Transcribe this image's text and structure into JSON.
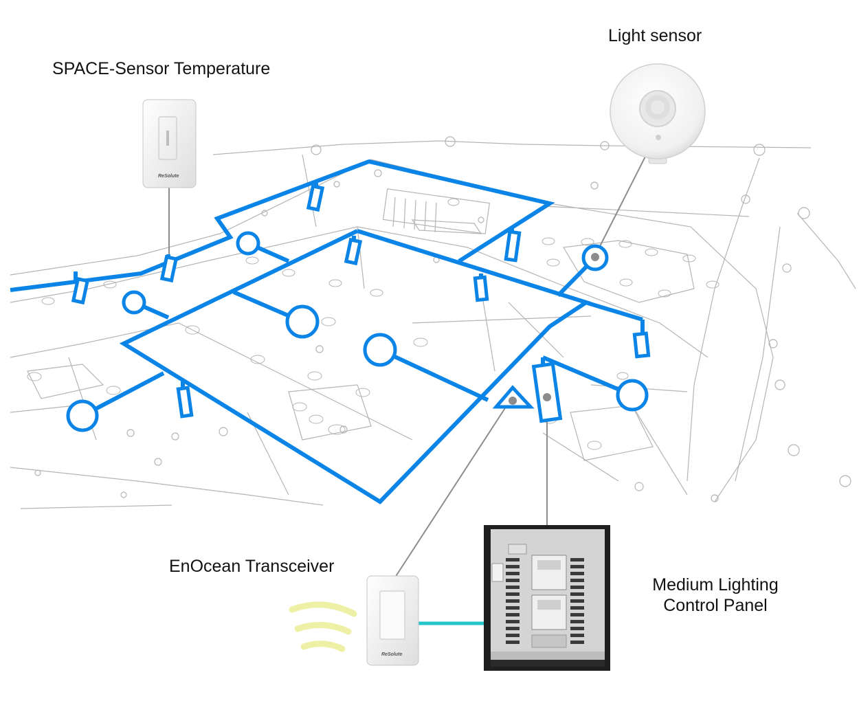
{
  "labels": {
    "space_sensor": "SPACE-Sensor Temperature",
    "light_sensor": "Light sensor",
    "enocean": "EnOcean Transceiver",
    "panel_line1": "Medium Lighting",
    "panel_line2": "Control Panel"
  },
  "device_brand": "ReSolute",
  "colors": {
    "wiring": "#0a84e6",
    "floorplan": "#b4b4b4",
    "pointer": "#8c8c8c",
    "link": "#25c4c8",
    "signal": "#eef0a6",
    "panel_frame": "#1f1f1f",
    "panel_back": "#d4d4d4"
  },
  "icons": [
    "thermostat-device-icon",
    "occupancy-sensor-icon",
    "wall-transceiver-icon",
    "lighting-panel-icon",
    "wireless-signal-icon"
  ]
}
